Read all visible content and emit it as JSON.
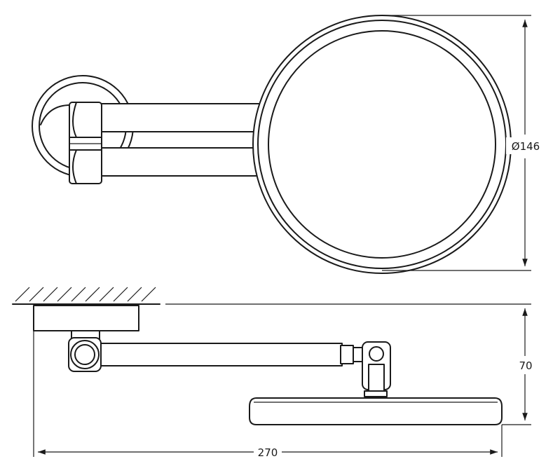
{
  "dimensions": {
    "mirror_diameter": "Ø146",
    "height": "70",
    "length": "270"
  }
}
